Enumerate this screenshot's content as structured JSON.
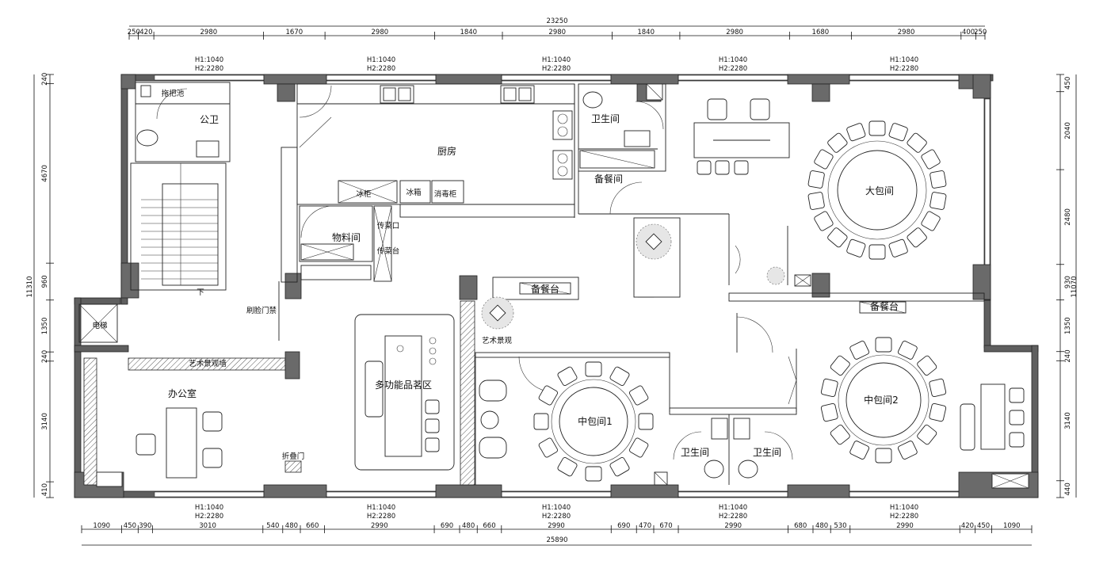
{
  "dimensions": {
    "top_total": "23250",
    "top": [
      "250",
      "420",
      "2980",
      "1670",
      "2980",
      "1840",
      "2980",
      "1840",
      "2980",
      "1680",
      "2980",
      "400",
      "250"
    ],
    "bottom": [
      "1090",
      "450",
      "390",
      "3010",
      "540",
      "480",
      "660",
      "2990",
      "690",
      "480",
      "660",
      "2990",
      "690",
      "470",
      "670",
      "2990",
      "680",
      "480",
      "530",
      "2990",
      "420",
      "450",
      "1090"
    ],
    "bottom_total": "25890",
    "left_total": "11310",
    "left": [
      "240",
      "4670",
      "960",
      "1350",
      "240",
      "3140",
      "410"
    ],
    "right_total": "11070",
    "right": [
      "450",
      "2040",
      "2480",
      "930",
      "1350",
      "240",
      "3140",
      "440"
    ]
  },
  "window_labels": {
    "h1": "H1:1040",
    "h2": "H2:2280"
  },
  "rooms": {
    "public_toilet": "公卫",
    "mop_pool": "拖把池",
    "kitchen": "厨房",
    "freezer": "冰柜",
    "fridge": "冰箱",
    "sterilizer": "消毒柜",
    "storage": "物料间",
    "pass_window": "传菜口",
    "pass_counter": "传菜台",
    "toilet_top": "卫生间",
    "prep_room": "备餐间",
    "big_private_room": "大包间",
    "down": "下",
    "face_gate": "刷脸门禁",
    "elevator": "电梯",
    "art_wall": "艺术景观墙",
    "office": "办公室",
    "tea_area": "多功能品茗区",
    "folding_door": "折叠门",
    "serving_counter_1": "备餐台",
    "art_scene": "艺术景观",
    "mid_room_1": "中包间1",
    "toilet_mid_1": "卫生间",
    "toilet_mid_2": "卫生间",
    "serving_counter_2": "备餐台",
    "mid_room_2": "中包间2"
  }
}
